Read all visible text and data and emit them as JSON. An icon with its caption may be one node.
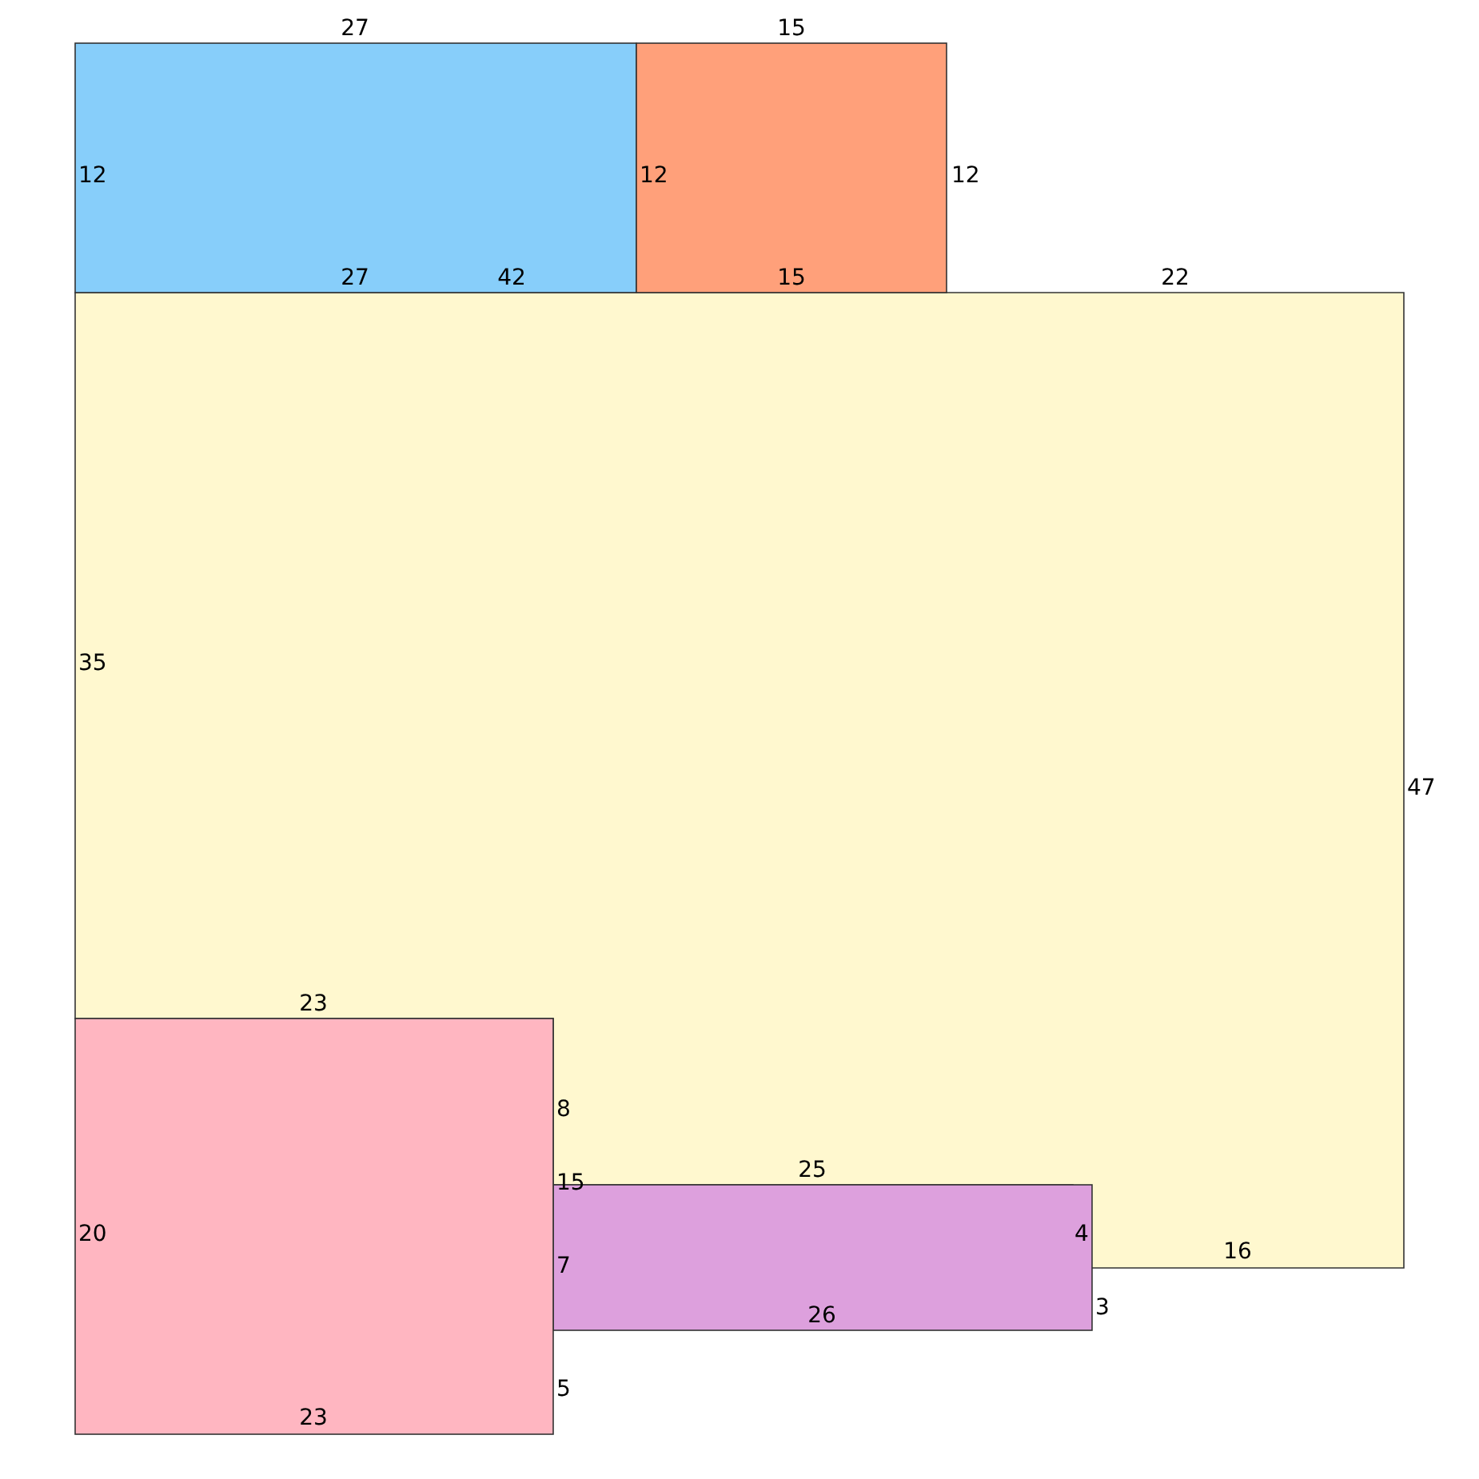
{
  "diagram": {
    "nodes": [
      {
        "text": [],
        "shape": "box"
      },
      {
        "text": [],
        "shape": "box"
      },
      {
        "text": [],
        "shape": "polygon"
      },
      {
        "text": [],
        "shape": "box"
      },
      {
        "text": [],
        "shape": "box"
      }
    ],
    "labels": [
      "27",
      "15",
      "12",
      "12",
      "12",
      "27",
      "42",
      "15",
      "22",
      "35",
      "47",
      "23",
      "8",
      "25",
      "15",
      "20",
      "4",
      "16",
      "7",
      "3",
      "26",
      "5",
      "23"
    ]
  }
}
